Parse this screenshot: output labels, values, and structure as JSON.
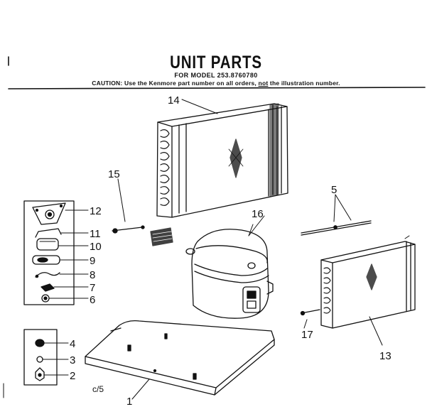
{
  "header": {
    "title": "UNIT PARTS",
    "model_line": "FOR MODEL 253.8760780",
    "caution_prefix": "CAUTION: Use the Kenmore part number on all orders, ",
    "caution_emphasis": "not",
    "caution_suffix": " the illustration number."
  },
  "callouts": {
    "n1": "1",
    "n2": "2",
    "n3": "3",
    "n4": "4",
    "n5": "5",
    "n6": "6",
    "n7": "7",
    "n8": "8",
    "n9": "9",
    "n10": "10",
    "n11": "11",
    "n12": "12",
    "n13": "13",
    "n14": "14",
    "n15": "15",
    "n16": "16",
    "n17": "17"
  },
  "annotation": {
    "cs": "c/5"
  },
  "colors": {
    "ink": "#111111",
    "paper": "#ffffff"
  }
}
